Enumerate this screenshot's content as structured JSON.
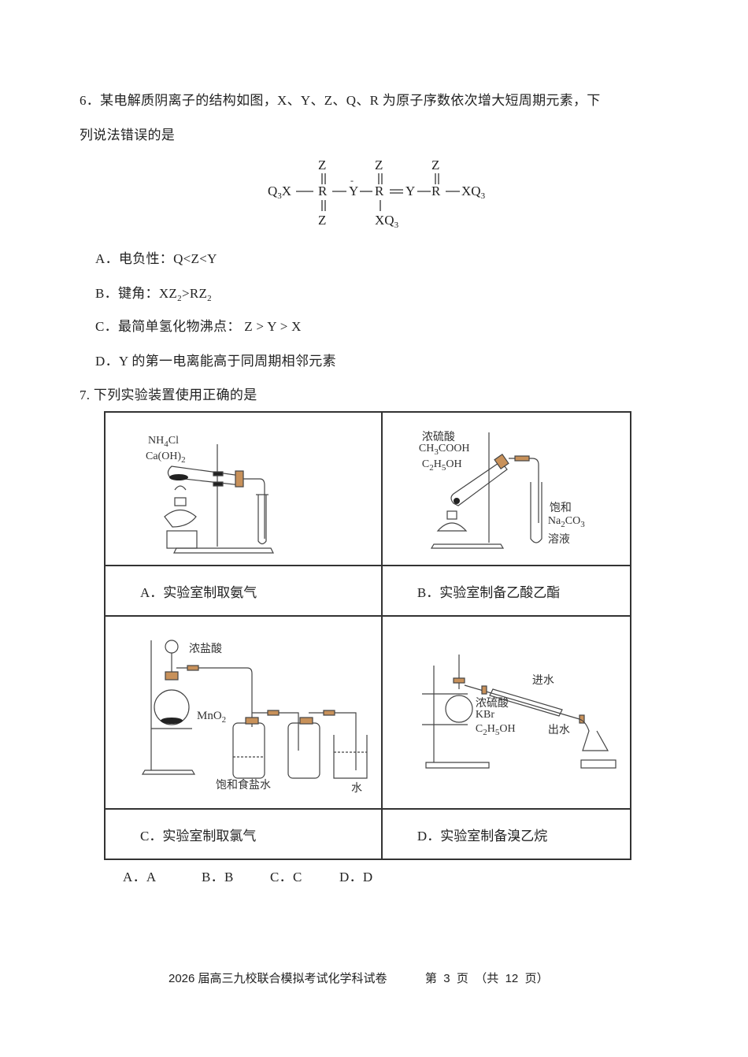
{
  "q6": {
    "stem_line1": "6．某电解质阴离子的结构如图，X、Y、Z、Q、R 为原子序数依次增大短周期元素，下",
    "stem_line2": "列说法错误的是",
    "structure": {
      "left_group": "Q",
      "left_group_sub": "3",
      "left_group_x": "X",
      "atoms": [
        "R",
        "Y",
        "R",
        "Y",
        "R"
      ],
      "charge_mark": "-",
      "right_group": "XQ",
      "right_group_sub": "3",
      "top_labels": [
        "Z",
        "Z",
        "Z"
      ],
      "bottom_labels": [
        "Z",
        "XQ"
      ],
      "bottom_sub": "3"
    },
    "options": [
      {
        "label": "A．",
        "text": "电负性：Q<Z<Y"
      },
      {
        "label": "B．",
        "text_pre": "键角：XZ",
        "sub1": "2",
        "mid": ">RZ",
        "sub2": "2"
      },
      {
        "label": "C．",
        "text": "最简单氢化物沸点： Z > Y > X"
      },
      {
        "label": "D．",
        "text": "Y 的第一电离能高于同周期相邻元素"
      }
    ]
  },
  "q7": {
    "stem": "7. 下列实验装置使用正确的是",
    "cells": [
      {
        "caption": "A．实验室制取氨气",
        "labels": {
          "l1": "NH",
          "l1_sub": "4",
          "l1_end": "Cl",
          "l2": "Ca(OH)",
          "l2_sub": "2"
        }
      },
      {
        "caption": "B．实验室制备乙酸乙酯",
        "labels": {
          "l1": "浓硫酸",
          "l2": "CH",
          "l2_sub": "3",
          "l2_end": "COOH",
          "l3a": "C",
          "l3_sub1": "2",
          "l3b": "H",
          "l3_sub2": "5",
          "l3_end": "OH",
          "r1": "饱和",
          "r2": "Na",
          "r2_sub1": "2",
          "r2_mid": "CO",
          "r2_sub2": "3",
          "r3": "溶液"
        }
      },
      {
        "caption": "C．实验室制取氯气",
        "labels": {
          "acid": "浓盐酸",
          "solid": "MnO",
          "solid_sub": "2",
          "brine": "饱和食盐水",
          "water": "水"
        }
      },
      {
        "caption": "D．实验室制备溴乙烷",
        "labels": {
          "in": "进水",
          "out": "出水",
          "r1": "浓硫酸",
          "r2": "KBr",
          "r3a": "C",
          "r3_sub1": "2",
          "r3b": "H",
          "r3_sub2": "5",
          "r3_end": "OH"
        }
      }
    ],
    "answers": [
      "A．A",
      "B．B",
      "C．C",
      "D．D"
    ]
  },
  "footer": {
    "title": "2026 届高三九校联合模拟考试化学科试卷",
    "page": "第  3  页  （共  12  页）"
  }
}
